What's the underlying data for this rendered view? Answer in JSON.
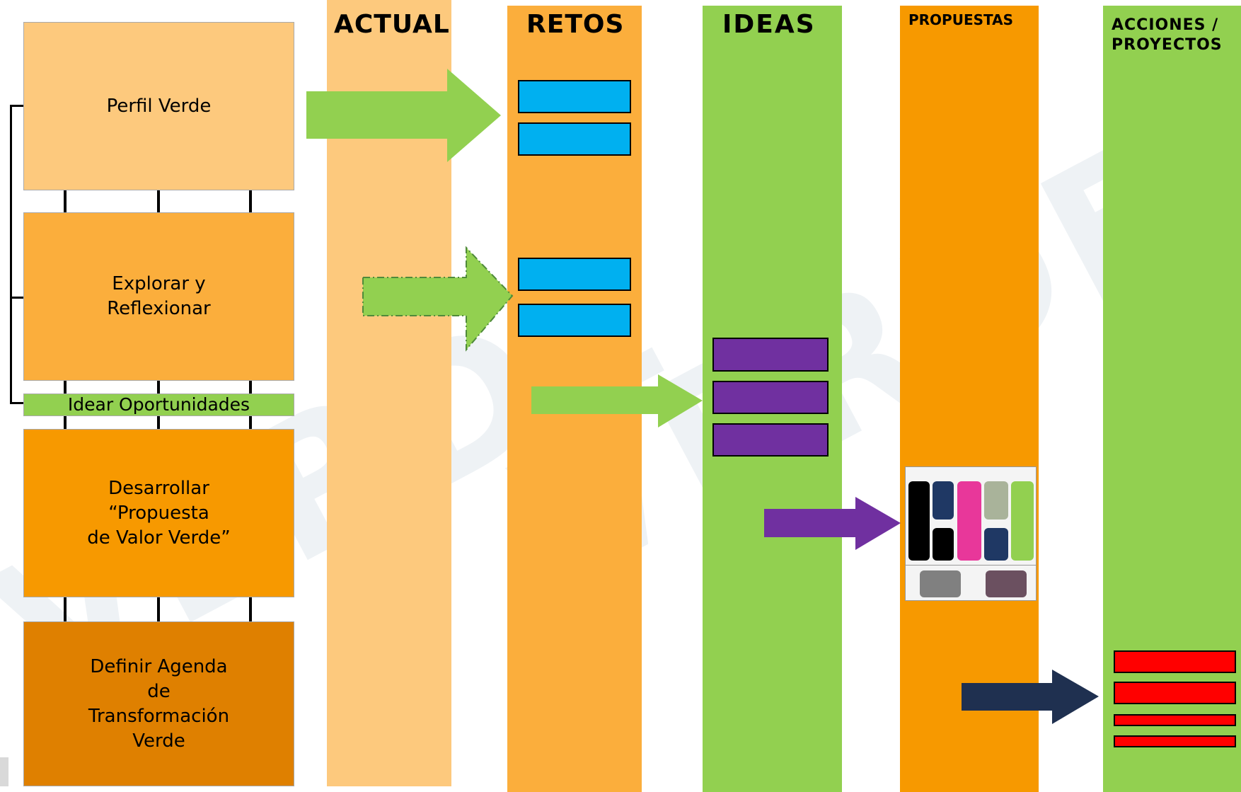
{
  "columns": {
    "actual": "ACTUAL",
    "retos": "RETOS",
    "ideas": "IDEAS",
    "propuestas": "PROPUESTAS",
    "acciones": "ACCIONES /\nPROYECTOS"
  },
  "steps": {
    "perfil": "Perfil Verde",
    "explorar": "Explorar y\nReflexionar",
    "idear": "Idear Oportunidades",
    "desarrollar": "Desarrollar\n“Propuesta\nde Valor Verde”",
    "definir": "Definir Agenda\nde\nTransformación\nVerde"
  },
  "colors": {
    "actual": "#fdc97d",
    "retos": "#fbae3c",
    "ideas": "#92d050",
    "propuestas": "#f79900",
    "acciones": "#92d050",
    "reto_box": "#00b0f0",
    "idea_box": "#7030a0",
    "accion_box": "#ff0000",
    "arrow_green": "#92d050",
    "arrow_purple": "#7030a0",
    "arrow_navy": "#1f3050"
  },
  "canvas_panels": [
    {
      "color": "#000000"
    },
    {
      "color": "#1f3864"
    },
    {
      "color": "#e8379a"
    },
    {
      "color": "#a9b39a"
    },
    {
      "color": "#92d050"
    },
    {
      "color": "#000000"
    },
    {
      "color": "#1f3864"
    },
    {
      "color": "#808080"
    },
    {
      "color": "#6b5060"
    }
  ]
}
